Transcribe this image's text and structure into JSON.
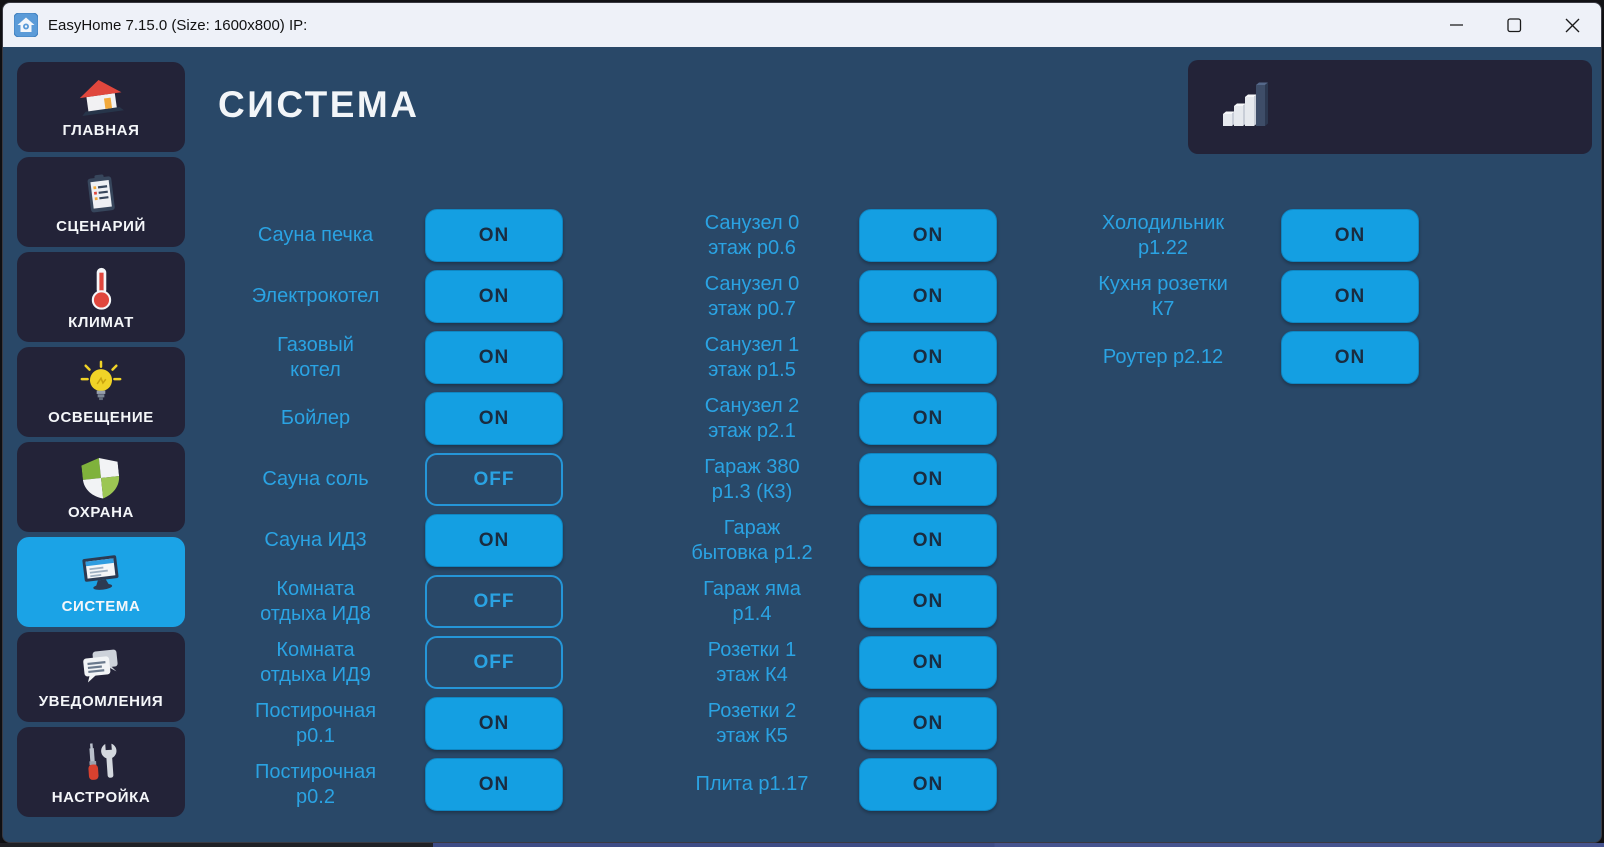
{
  "window": {
    "title": "EasyHome 7.15.0 (Size: 1600x800) IP:",
    "app_icon": "easyhome-house-icon",
    "controls": [
      {
        "icon": "minimize-icon"
      },
      {
        "icon": "maximize-icon"
      },
      {
        "icon": "close-icon"
      }
    ]
  },
  "sidebar": {
    "items": [
      {
        "label": "ГЛАВНАЯ",
        "icon": "house-icon",
        "active": false
      },
      {
        "label": "СЦЕНАРИЙ",
        "icon": "clipboard-icon",
        "active": false
      },
      {
        "label": "КЛИМАТ",
        "icon": "thermometer-icon",
        "active": false
      },
      {
        "label": "ОСВЕЩЕНИЕ",
        "icon": "light-bulb-icon",
        "active": false
      },
      {
        "label": "ОХРАНА",
        "icon": "shield-icon",
        "active": false
      },
      {
        "label": "СИСТЕМА",
        "icon": "monitor-icon",
        "active": true
      },
      {
        "label": "УВЕДОМЛЕНИЯ",
        "icon": "chat-bubbles-icon",
        "active": false
      },
      {
        "label": "НАСТРОЙКА",
        "icon": "tools-icon",
        "active": false
      }
    ]
  },
  "main": {
    "page_title": "СИСТЕМА",
    "status_panel": {
      "icon": "signal-bars-icon"
    },
    "switch_columns": [
      {
        "rows": [
          {
            "label": "Сауна печка",
            "state": "ON"
          },
          {
            "label": "Электрокотел",
            "state": "ON"
          },
          {
            "label": "Газовый котел",
            "state": "ON"
          },
          {
            "label": "Бойлер",
            "state": "ON"
          },
          {
            "label": "Сауна соль",
            "state": "OFF"
          },
          {
            "label": "Сауна ИД3",
            "state": "ON"
          },
          {
            "label": "Комната отдыха ИД8",
            "state": "OFF"
          },
          {
            "label": "Комната отдыха ИД9",
            "state": "OFF"
          },
          {
            "label": "Постирочная р0.1",
            "state": "ON"
          },
          {
            "label": "Постирочная р0.2",
            "state": "ON"
          }
        ]
      },
      {
        "rows": [
          {
            "label": "Санузел 0 этаж р0.6",
            "state": "ON"
          },
          {
            "label": "Санузел 0 этаж р0.7",
            "state": "ON"
          },
          {
            "label": "Санузел 1 этаж р1.5",
            "state": "ON"
          },
          {
            "label": "Санузел 2 этаж р2.1",
            "state": "ON"
          },
          {
            "label": "Гараж 380 р1.3 (К3)",
            "state": "ON"
          },
          {
            "label": "Гараж бытовка р1.2",
            "state": "ON"
          },
          {
            "label": "Гараж яма р1.4",
            "state": "ON"
          },
          {
            "label": "Розетки 1 этаж К4",
            "state": "ON"
          },
          {
            "label": "Розетки 2 этаж К5",
            "state": "ON"
          },
          {
            "label": "Плита р1.17",
            "state": "ON"
          }
        ]
      },
      {
        "rows": [
          {
            "label": "Холодильник р1.22",
            "state": "ON"
          },
          {
            "label": "Кухня розетки К7",
            "state": "ON"
          },
          {
            "label": "Роутер р2.12",
            "state": "ON"
          }
        ]
      }
    ]
  },
  "colors": {
    "background": "#294868",
    "panel_dark": "#232338",
    "accent": "#2aa3e3",
    "on_fill": "#149fe2",
    "on_text": "#1a2c40",
    "active_item": "#1ba3e6"
  }
}
